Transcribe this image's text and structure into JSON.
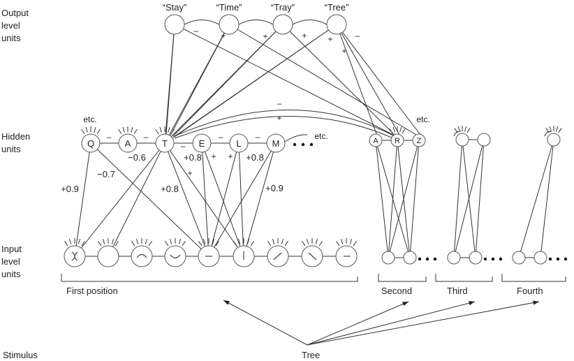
{
  "side_labels": {
    "output": [
      "Output",
      "level",
      "units"
    ],
    "hidden": [
      "Hidden",
      "units"
    ],
    "input": [
      "Input",
      "level",
      "units"
    ],
    "stimulus": "Stimulus"
  },
  "output_units": [
    "“Stay”",
    "“Time”",
    "“Tray”",
    "“Tree”"
  ],
  "hidden_units_first": [
    "Q",
    "A",
    "T",
    "E",
    "L",
    "M"
  ],
  "hidden_units_second": [
    "A",
    "R",
    "Z"
  ],
  "etc_label": "etc.",
  "positions": [
    "First position",
    "Second",
    "Third",
    "Fourth"
  ],
  "stimulus_word": "Tree",
  "weights": [
    "−0.6",
    "−0.7",
    "+0.9",
    "+0.8",
    "+0.8",
    "+0.8",
    "+0.9"
  ],
  "signs": {
    "minus": "–",
    "plus": "+"
  }
}
